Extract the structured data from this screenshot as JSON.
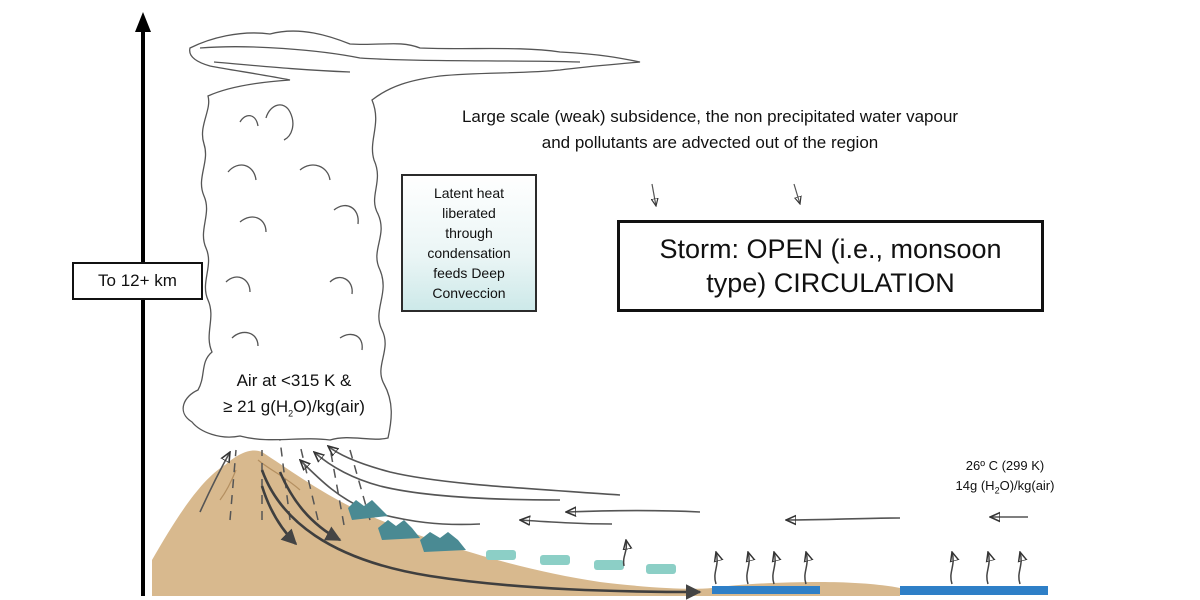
{
  "height_label": "To 12+  km",
  "subsidence_note": {
    "line1": "Large scale (weak) subsidence, the non precipitated water vapour",
    "line2": "and pollutants are advected out of the region"
  },
  "latent_heat_box": "Latent heat\nliberated\nthrough\ncondensation\nfeeds Deep\nConveccion",
  "storm_title": "Storm: OPEN (i.e., monsoon\ntype) CIRCULATION",
  "air_label": {
    "line1": "Air at <315 K &",
    "line2_prefix": "≥ 21 g(H",
    "line2_sub": "2",
    "line2_suffix": "O)/kg(air)"
  },
  "surface_label": {
    "line1": "26º C (299 K)",
    "line2_prefix": "14g (H",
    "line2_sub": "2",
    "line2_suffix": "O)/kg(air)"
  },
  "colors": {
    "land": "#d8b98e",
    "water": "#2e7fc7",
    "forest_dark": "#4a8a93",
    "forest_light": "#8ccfc6",
    "ink": "#333333",
    "latent_box_tint": "#cde9e9"
  },
  "icons": [
    "up-arrow-icon",
    "cloud-outline-icon",
    "flow-arrow-icon",
    "tree-cluster-icon",
    "evaporation-arrow-icon"
  ]
}
